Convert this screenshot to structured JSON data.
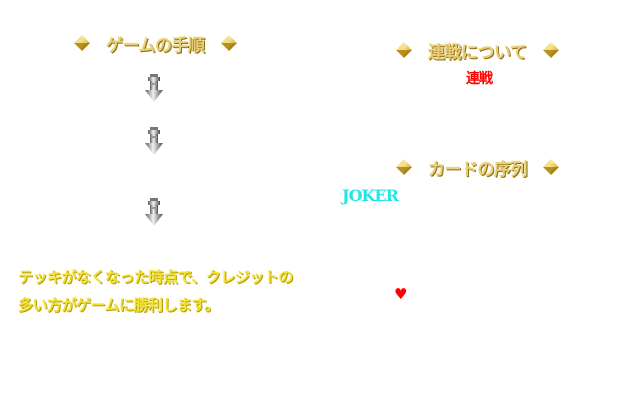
{
  "headings": {
    "game_steps": "ゲームの手順",
    "renzen": "連戦について",
    "card_order": "カードの序列"
  },
  "renzen_label": "連戦",
  "joker_label": "JOKER",
  "description": [
    "テッキがなくなった時点で、クレジットの",
    "多い方がゲームに勝利します。"
  ],
  "suit_symbol": "♥",
  "icons": {
    "heading_bullet": "gold-diamond-icon",
    "step_separator": "arrow-down-icon"
  },
  "colors": {
    "heading_gold": "#e8cf78",
    "renzen_red": "#ff0000",
    "joker_cyan": "#22e6e6",
    "description_yellow": "#f2e233",
    "heart_red": "#ff0000"
  }
}
